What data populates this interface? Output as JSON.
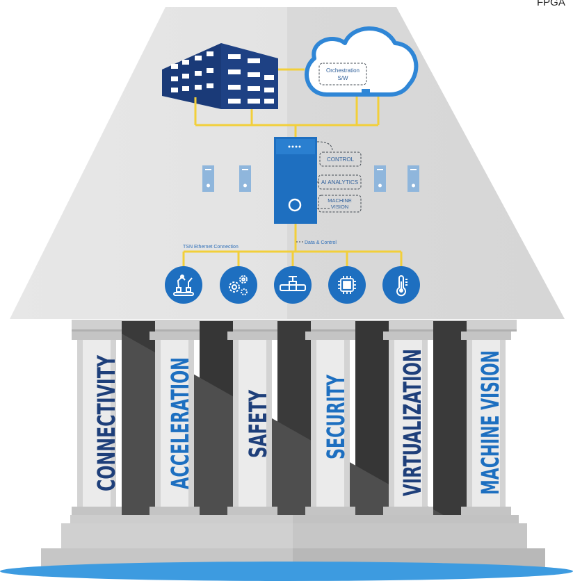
{
  "corner_label": "FPGA",
  "cloud": {
    "orchestration_line1": "Orchestration",
    "orchestration_line2": "S/W"
  },
  "server": {
    "modules": [
      {
        "line1": "CONTROL",
        "line2": ""
      },
      {
        "line1": "AI ANALYTICS",
        "line2": ""
      },
      {
        "line1": "MACHINE",
        "line2": "VISION"
      }
    ]
  },
  "connections": {
    "tsn_label": "TSN Ethernet Connection",
    "data_label": "Data & Control"
  },
  "devices": [
    {
      "icon": "robot-arm-icon"
    },
    {
      "icon": "gears-icon"
    },
    {
      "icon": "valve-icon"
    },
    {
      "icon": "chip-icon"
    },
    {
      "icon": "thermometer-icon"
    }
  ],
  "pillars": [
    {
      "label": "CONNECTIVITY",
      "color": "#1e3f7a"
    },
    {
      "label": "ACCELERATION",
      "color": "#1d6fc0"
    },
    {
      "label": "SAFETY",
      "color": "#1e3f7a"
    },
    {
      "label": "SECURITY",
      "color": "#1d6fc0"
    },
    {
      "label": "VIRTUALIZATION",
      "color": "#1e3f7a"
    },
    {
      "label": "MACHINE VISION",
      "color": "#1d6fc0"
    }
  ],
  "colors": {
    "navy": "#1e3f7a",
    "blue": "#1d6fc0",
    "wire": "#f2cf3a",
    "roof": "#dcdcdc",
    "base": "#3d9be0"
  }
}
